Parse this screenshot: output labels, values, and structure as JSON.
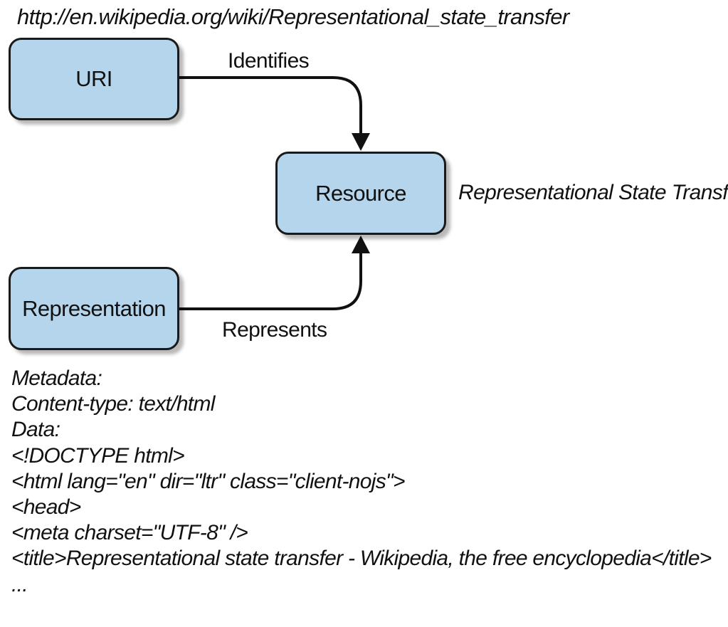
{
  "diagram": {
    "url": "http://en.wikipedia.org/wiki/Representational_state_transfer",
    "nodes": {
      "uri": "URI",
      "resource": "Resource",
      "representation": "Representation"
    },
    "edges": {
      "identifies": "Identifies",
      "represents": "Represents"
    },
    "resource_caption": "Representational State Transfer",
    "colors": {
      "box_fill": "#b5d5ec",
      "box_border": "#1a1a1a"
    }
  },
  "representation_body": {
    "lines": [
      "Metadata:",
      "Content-type: text/html",
      "Data:",
      "<!DOCTYPE html>",
      "<html lang=\"en\" dir=\"ltr\" class=\"client-nojs\">",
      "<head>",
      "<meta charset=\"UTF-8\" />",
      "<title>Representational state transfer - Wikipedia, the free encyclopedia</title>",
      "..."
    ]
  }
}
